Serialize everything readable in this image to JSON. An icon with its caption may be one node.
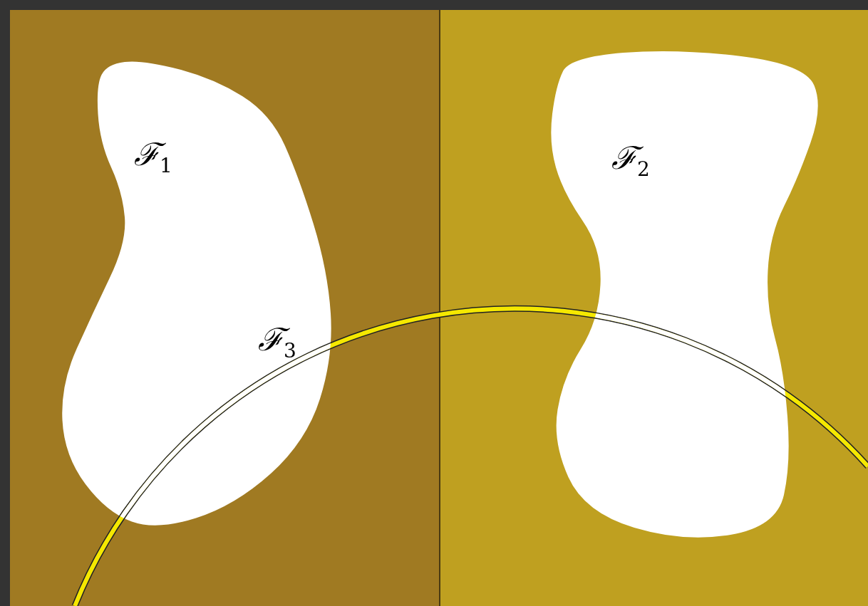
{
  "diagram": {
    "nodes": [
      {
        "text": [
          "ℱ$_{1}$"
        ]
      },
      {
        "text": [
          "ℱ$_{2}$"
        ]
      }
    ],
    "labels": [
      "ℱ$_{3}$"
    ]
  }
}
